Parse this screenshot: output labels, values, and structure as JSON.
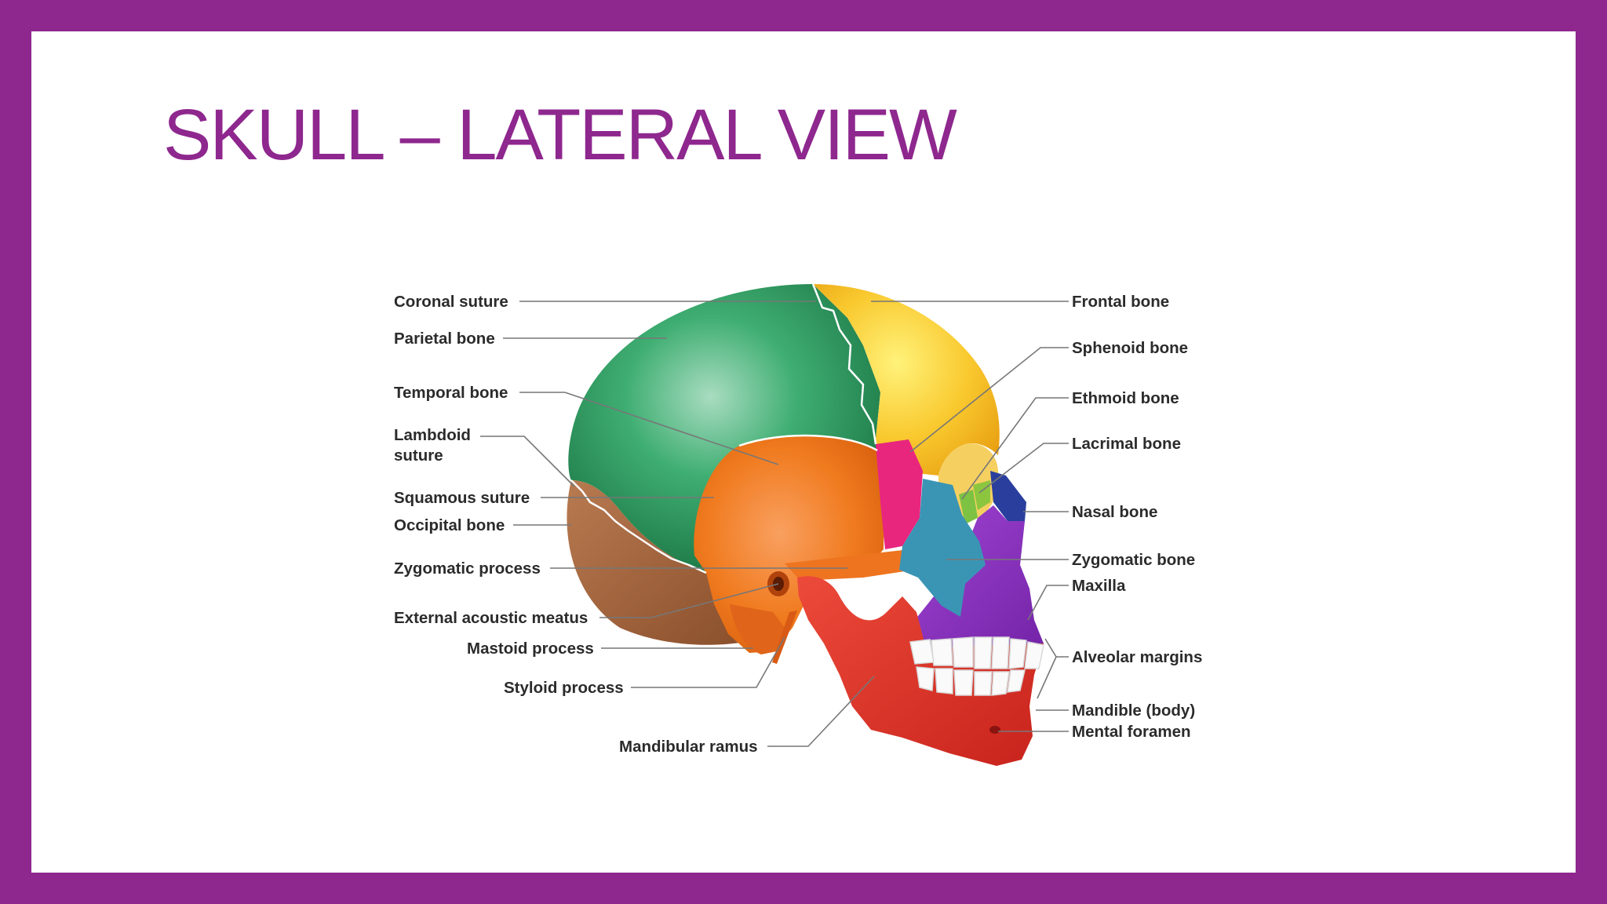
{
  "slide": {
    "title": "SKULL – LATERAL VIEW",
    "frame_color": "#8e278e"
  },
  "diagram": {
    "labels_left": {
      "coronal_suture": "Coronal suture",
      "parietal_bone": "Parietal bone",
      "temporal_bone": "Temporal bone",
      "lambdoid_suture_line1": "Lambdoid",
      "lambdoid_suture_line2": "suture",
      "squamous_suture": "Squamous suture",
      "occipital_bone": "Occipital bone",
      "zygomatic_process": "Zygomatic process",
      "external_acoustic_meatus": "External acoustic meatus",
      "mastoid_process": "Mastoid process",
      "styloid_process": "Styloid process",
      "mandibular_ramus": "Mandibular ramus"
    },
    "labels_right": {
      "frontal_bone": "Frontal bone",
      "sphenoid_bone": "Sphenoid bone",
      "ethmoid_bone": "Ethmoid bone",
      "lacrimal_bone": "Lacrimal bone",
      "nasal_bone": "Nasal bone",
      "zygomatic_bone": "Zygomatic bone",
      "maxilla": "Maxilla",
      "alveolar_margins": "Alveolar margins",
      "mandible_body": "Mandible (body)",
      "mental_foramen": "Mental foramen"
    },
    "bone_colors": {
      "parietal": "#2e9a62",
      "frontal": "#f7b928",
      "temporal": "#f07a1e",
      "occipital": "#a4653c",
      "sphenoid": "#e8267e",
      "ethmoid": "#7dc242",
      "lacrimal": "#8cc63f",
      "nasal": "#2a3f9d",
      "zygomatic": "#3a95b4",
      "maxilla": "#8a2fbf",
      "mandible": "#e2352b",
      "teeth": "#fafafa"
    }
  }
}
